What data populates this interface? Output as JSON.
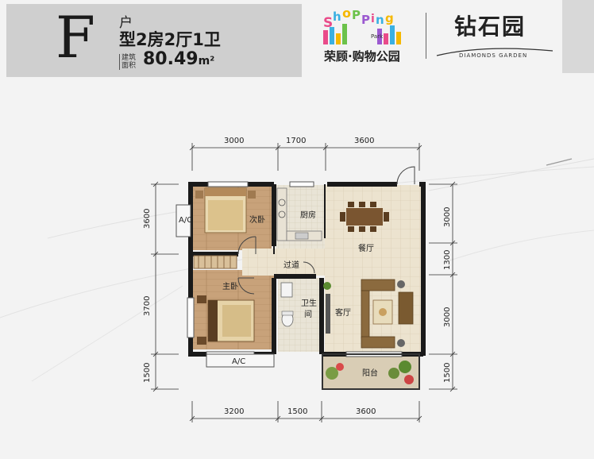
{
  "header": {
    "type_letter": "F",
    "hu": "户",
    "layout": "型2房2厅1卫",
    "area_label_line1": "建筑",
    "area_label_line2": "面积",
    "area_value": "80.49",
    "area_unit": "m²"
  },
  "branding": {
    "shop_logo_text": "SHOPPING",
    "shop_logo_sub": "Park",
    "shop_name": "荣顾·购物公园",
    "diamond_name": "钻石园",
    "diamond_english": "DIAMONDS GARDEN"
  },
  "dimensions": {
    "top": [
      "3000",
      "1700",
      "3600"
    ],
    "bottom": [
      "3200",
      "1500",
      "3600"
    ],
    "left": [
      "3600",
      "3700",
      "1500"
    ],
    "right": [
      "3000",
      "1300",
      "3000",
      "1500"
    ]
  },
  "rooms": {
    "second_bedroom": "次卧",
    "kitchen": "厨房",
    "dining": "餐厅",
    "corridor": "过道",
    "master_bedroom": "主卧",
    "bathroom_line1": "卫生",
    "bathroom_line2": "间",
    "living": "客厅",
    "balcony": "阳台",
    "ac_left": "A/C",
    "ac_bottom": "A/C"
  },
  "colors": {
    "header_bg": "#cfcfcf",
    "wall": "#1a1a1a",
    "wood_floor": "#c8a27a",
    "tile_floor": "#ece3cf",
    "sofa": "#8b6a3e"
  }
}
